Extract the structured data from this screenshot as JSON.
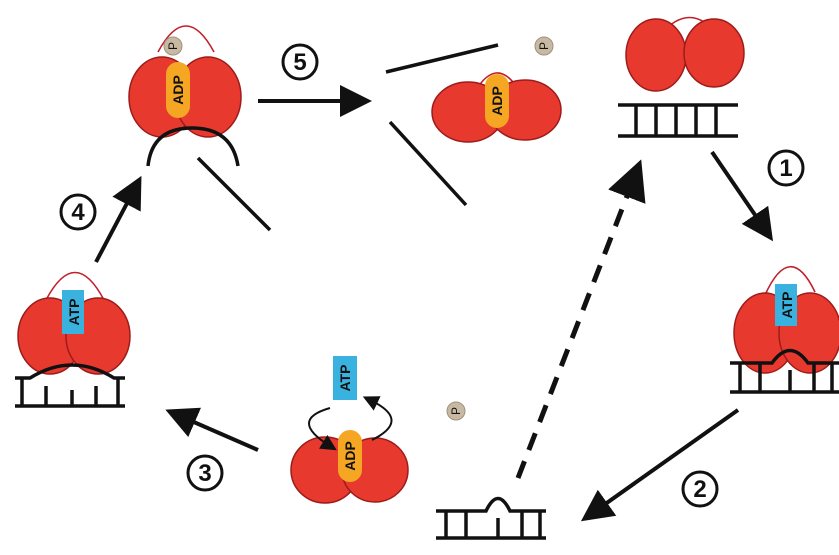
{
  "labels": {
    "atp": "ATP",
    "adp": "ADP",
    "phosphate": "P"
  },
  "steps": {
    "s1": "1",
    "s2": "2",
    "s3": "3",
    "s4": "4",
    "s5": "5"
  },
  "colors": {
    "protein_fill": "#e8392f",
    "protein_stroke": "#9c1c1a",
    "linker": "#c0202a",
    "atp_fill": "#39b2e0",
    "adp_fill": "#f5a623",
    "phosphate_fill": "#c8b9a3",
    "ink": "#111111"
  }
}
